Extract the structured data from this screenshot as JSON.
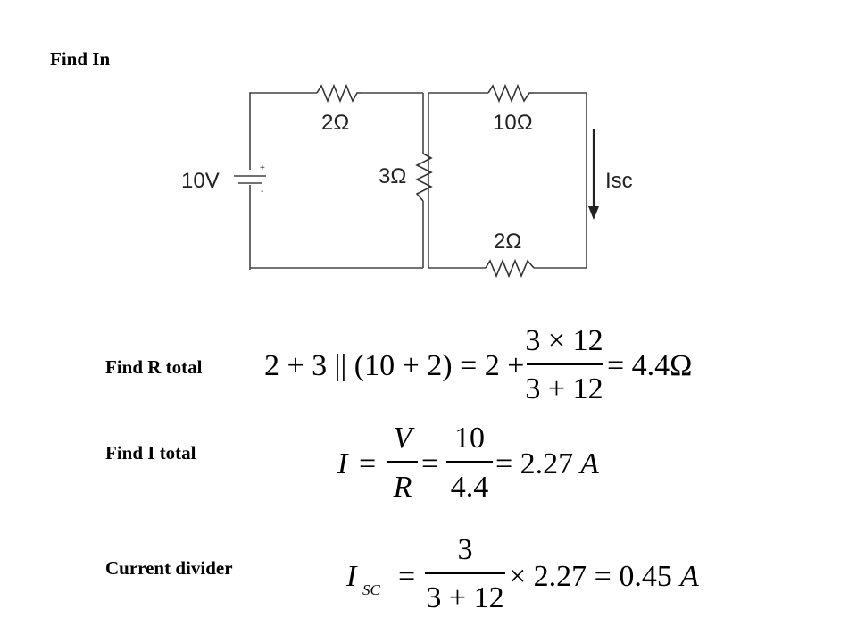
{
  "title": "Find In",
  "circuit": {
    "source_label": "10V",
    "source_plus": "+",
    "source_minus": "-",
    "r_top_left": "2Ω",
    "r_top_right": "10Ω",
    "r_middle": "3Ω",
    "r_bottom_right": "2Ω",
    "current_label": "Isc"
  },
  "steps": [
    {
      "label": "Find R total",
      "eq": {
        "lhs": "2 + 3 || (10 + 2) = 2 +",
        "num": "3 × 12",
        "den": "3 + 12",
        "rhs": "= 4.4Ω"
      }
    },
    {
      "label": "Find I total",
      "eq": {
        "var": "I",
        "frac1_num": "V",
        "frac1_den": "R",
        "frac2_num": "10",
        "frac2_den": "4.4",
        "result": "= 2.27",
        "unit": "A"
      }
    },
    {
      "label": "Current divider",
      "eq": {
        "var": "I",
        "sub": "SC",
        "num": "3",
        "den": "3 + 12",
        "rest": "× 2.27 = 0.45",
        "unit": "A"
      }
    }
  ]
}
